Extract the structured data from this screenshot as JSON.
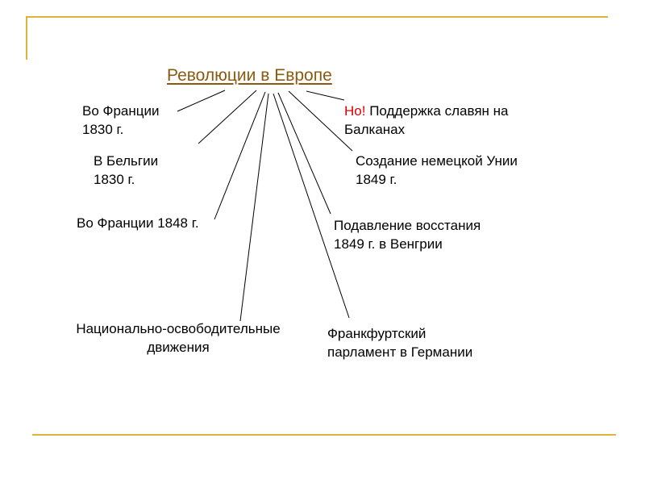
{
  "colors": {
    "frame": "#d9b53c",
    "title": "#8b5a10",
    "accent_red": "#e00000",
    "line": "#000000"
  },
  "diagram": {
    "title": "Революции в Европе",
    "left_nodes": [
      {
        "line1": "Во Франции",
        "line2": "1830 г."
      },
      {
        "line1": "В Бельгии",
        "line2": "1830 г."
      },
      {
        "line1": "Во Франции 1848 г.",
        "line2": ""
      },
      {
        "line1": "Национально-освободительные",
        "line2": "движения"
      }
    ],
    "right_nodes": [
      {
        "prefix": "Но!",
        "line1": " Поддержка славян на",
        "line2": "Балканах"
      },
      {
        "line1": "Создание немецкой Унии",
        "line2": "1849 г."
      },
      {
        "line1": "Подавление восстания",
        "line2": "1849 г. в Венгрии"
      },
      {
        "line1": "Франкфуртский",
        "line2": "парламент в Германии"
      }
    ]
  }
}
